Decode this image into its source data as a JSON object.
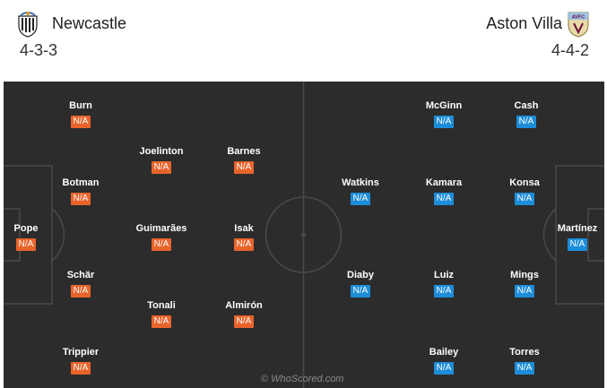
{
  "home": {
    "name": "Newcastle",
    "formation": "4-3-3",
    "crest_icon": "newcastle-crest-icon",
    "rating_color": "#e9642b",
    "players": [
      {
        "name": "Pope",
        "rating": "N/A"
      },
      {
        "name": "Burn",
        "rating": "N/A"
      },
      {
        "name": "Botman",
        "rating": "N/A"
      },
      {
        "name": "Schär",
        "rating": "N/A"
      },
      {
        "name": "Trippier",
        "rating": "N/A"
      },
      {
        "name": "Joelinton",
        "rating": "N/A"
      },
      {
        "name": "Guimarães",
        "rating": "N/A"
      },
      {
        "name": "Tonali",
        "rating": "N/A"
      },
      {
        "name": "Barnes",
        "rating": "N/A"
      },
      {
        "name": "Isak",
        "rating": "N/A"
      },
      {
        "name": "Almirón",
        "rating": "N/A"
      }
    ]
  },
  "away": {
    "name": "Aston Villa",
    "formation": "4-4-2",
    "crest_icon": "aston-villa-crest-icon",
    "crest_text": "AVFC",
    "rating_color": "#1c8dd9",
    "players": [
      {
        "name": "Martínez",
        "rating": "N/A"
      },
      {
        "name": "Cash",
        "rating": "N/A"
      },
      {
        "name": "Konsa",
        "rating": "N/A"
      },
      {
        "name": "Mings",
        "rating": "N/A"
      },
      {
        "name": "Torres",
        "rating": "N/A"
      },
      {
        "name": "McGinn",
        "rating": "N/A"
      },
      {
        "name": "Kamara",
        "rating": "N/A"
      },
      {
        "name": "Luiz",
        "rating": "N/A"
      },
      {
        "name": "Bailey",
        "rating": "N/A"
      },
      {
        "name": "Watkins",
        "rating": "N/A"
      },
      {
        "name": "Diaby",
        "rating": "N/A"
      }
    ]
  },
  "watermark": "© WhoScored.com",
  "pitch_color": "#2c2c2c"
}
